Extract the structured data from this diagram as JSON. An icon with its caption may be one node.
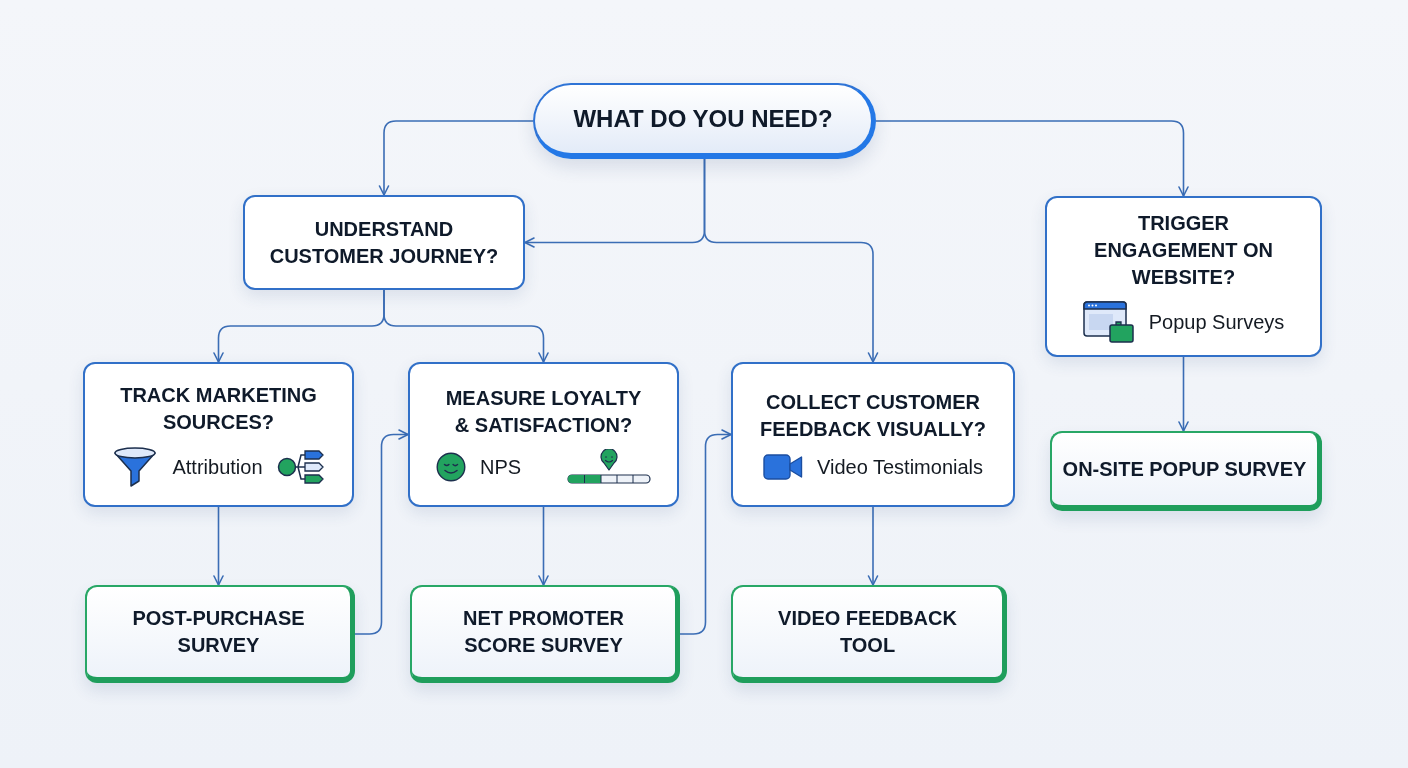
{
  "diagram": {
    "nodes": [
      {
        "text": [
          "WHAT DO YOU NEED?"
        ]
      },
      {
        "text": [
          "UNDERSTAND CUSTOMER JOURNEY?"
        ]
      },
      {
        "text": [
          "TRIGGER ENGAGEMENT ON WEBSITE?",
          "Popup Surveys"
        ]
      },
      {
        "text": [
          "TRACK MARKETING SOURCES?",
          "Attribution"
        ]
      },
      {
        "text": [
          "MEASURE LOYALTY & SATISFACTION?",
          "NPS"
        ]
      },
      {
        "text": [
          "COLLECT CUSTOMER FEEDBACK VISUALLY?",
          "Video Testimonials"
        ]
      },
      {
        "text": [
          "ON-SITE POPUP SURVEY"
        ]
      },
      {
        "text": [
          "POST-PURCHASE SURVEY"
        ]
      },
      {
        "text": [
          "NET PROMOTER SCORE SURVEY"
        ]
      },
      {
        "text": [
          "VIDEO FEEDBACK TOOL"
        ]
      }
    ],
    "edges": [
      {
        "from": 0,
        "to": 1,
        "arrow": "to"
      },
      {
        "from": 0,
        "to": 1,
        "arrow": "to"
      },
      {
        "from": 0,
        "to": 5,
        "arrow": "to"
      },
      {
        "from": 0,
        "to": 2,
        "arrow": "to"
      },
      {
        "from": 1,
        "to": 3,
        "arrow": "to"
      },
      {
        "from": 1,
        "to": 4,
        "arrow": "to"
      },
      {
        "from": 3,
        "to": 7,
        "arrow": "to"
      },
      {
        "from": 4,
        "to": 8,
        "arrow": "to"
      },
      {
        "from": 5,
        "to": 9,
        "arrow": "to"
      },
      {
        "from": 2,
        "to": 6,
        "arrow": "to"
      },
      {
        "from": 7,
        "to": 4,
        "arrow": "to"
      },
      {
        "from": 8,
        "to": 5,
        "arrow": "to"
      }
    ]
  }
}
